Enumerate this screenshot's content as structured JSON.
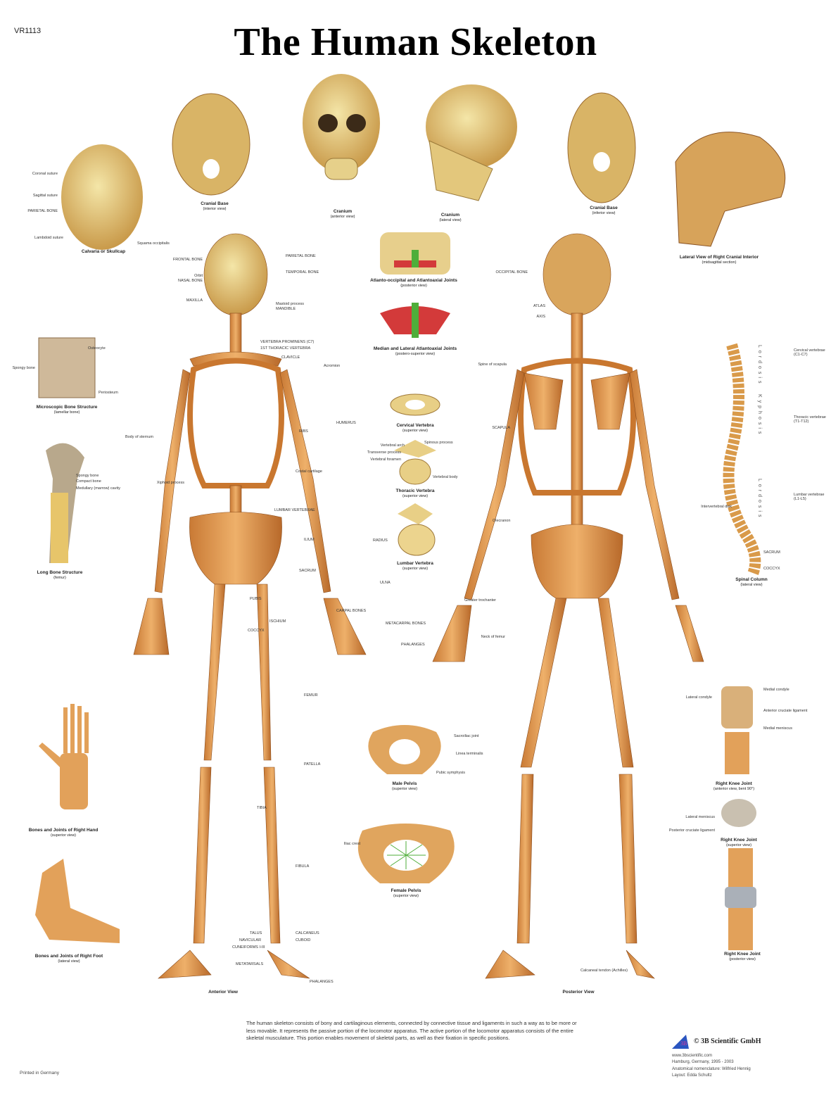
{
  "header": {
    "code": "VR1113",
    "title": "The Human Skeleton"
  },
  "captions": {
    "calvaria": {
      "title": "Calvaria or Skullcap",
      "sub": ""
    },
    "cranial_base_interior": {
      "title": "Cranial Base",
      "sub": "(interior view)"
    },
    "cranium_anterior": {
      "title": "Cranium",
      "sub": "(anterior view)"
    },
    "cranium_lateral": {
      "title": "Cranium",
      "sub": "(lateral view)"
    },
    "cranial_base_inferior": {
      "title": "Cranial Base",
      "sub": "(inferior view)"
    },
    "cranial_interior": {
      "title": "Lateral View of Right Cranial Interior",
      "sub": "(midsagittal section)"
    },
    "atlanto_occipital": {
      "title": "Atlanto-occipital and Atlantoaxial Joints",
      "sub": "(posterior view)"
    },
    "atlantoaxial": {
      "title": "Median and Lateral Atlantoaxial Joints",
      "sub": "(postero-superior view)"
    },
    "microscopic": {
      "title": "Microscopic Bone Structure",
      "sub": "(lamellar bone)"
    },
    "cervical": {
      "title": "Cervical Vertebra",
      "sub": "(superior view)"
    },
    "thoracic": {
      "title": "Thoracic Vertebra",
      "sub": "(superior view)"
    },
    "lumbar": {
      "title": "Lumbar Vertebra",
      "sub": "(superior view)"
    },
    "long_bone": {
      "title": "Long Bone Structure",
      "sub": "(femur)"
    },
    "spinal_column": {
      "title": "Spinal Column",
      "sub": "(lateral view)"
    },
    "hand": {
      "title": "Bones and Joints of Right Hand",
      "sub": "(superior view)"
    },
    "male_pelvis": {
      "title": "Male Pelvis",
      "sub": "(superior view)"
    },
    "knee_anterior": {
      "title": "Right Knee Joint",
      "sub": "(anterior view, bent 90°)"
    },
    "knee_superior": {
      "title": "Right Knee Joint",
      "sub": "(superior view)"
    },
    "female_pelvis": {
      "title": "Female Pelvis",
      "sub": "(superior view)"
    },
    "knee_posterior": {
      "title": "Right Knee Joint",
      "sub": "(posterior view)"
    },
    "foot": {
      "title": "Bones and Joints of Right Foot",
      "sub": "(lateral view)"
    },
    "anterior_view": {
      "title": "Anterior View",
      "sub": ""
    },
    "posterior_view": {
      "title": "Posterior View",
      "sub": ""
    }
  },
  "spine_regions": {
    "lordosis_1": "Lordosis",
    "kyphosis": "Kyphosis",
    "lordosis_2": "Lordosis",
    "cervical": "Cervical vertebrae (C1-C7)",
    "thoracic": "Thoracic vertebrae (T1-T12)",
    "lumbar": "Lumbar vertebrae (L1-L5)"
  },
  "labels": {
    "skull_parietal": "PARIETAL BONE",
    "skull_lambdoid": "Lambdoid suture",
    "skull_squama": "Squama occipitalis",
    "skull_coronal": "Coronal suture",
    "skull_sagittal": "Sagittal suture",
    "frontal": "FRONTAL BONE",
    "parietal": "PARIETAL BONE",
    "temporal": "TEMPORAL BONE",
    "orbit": "Orbit",
    "nasal": "NASAL BONE",
    "maxilla": "MAXILLA",
    "mandible": "MANDIBLE",
    "mastoid": "Mastoid process",
    "clavicle": "CLAVICLE",
    "vertebra_prominens": "VERTEBRA PROMINENS (C7)",
    "first_thoracic": "1ST THORACIC VERTEBRA",
    "acromion": "Acromion",
    "humerus": "HUMERUS",
    "ribs": "RIBS",
    "sternum": "Body of sternum",
    "xiphoid": "Xiphoid process",
    "costal_cartilage": "Costal cartilage",
    "lumbar_vertebrae": "LUMBAR VERTEBRAE",
    "ilium": "ILIUM",
    "sacrum": "SACRUM",
    "radius": "RADIUS",
    "ulna": "ULNA",
    "pubis": "PUBIS",
    "ischium": "ISCHIUM",
    "coccyx": "COCCYX",
    "carpal": "CARPAL BONES",
    "metacarpal": "METACARPAL BONES",
    "phalanges_hand": "PHALANGES",
    "femur": "FEMUR",
    "patella": "PATELLA",
    "tibia": "TIBIA",
    "fibula": "FIBULA",
    "talus": "TALUS",
    "calcaneus": "CALCANEUS",
    "navicular": "NAVICULAR",
    "cuboid": "CUBOID",
    "cuneiforms": "CUNEIFORMS I-III",
    "metatarsals": "METATARSALS",
    "phalanges_foot": "PHALANGES",
    "scapula": "SCAPULA",
    "spine_of_scapula": "Spine of scapula",
    "occipital": "OCCIPITAL BONE",
    "atlas": "ATLAS",
    "axis": "AXIS",
    "olecranon": "Olecranon",
    "greater_trochanter": "Greater trochanter",
    "neck_of_femur": "Neck of femur",
    "calcaneal_tendon": "Calcaneal tendon (Achilles)",
    "spongy_bone": "Spongy bone",
    "compact_bone": "Compact bone",
    "medullary": "Medullary (marrow) cavity",
    "periosteum": "Periosteum",
    "osteocyte": "Osteocyte",
    "spinous_process": "Spinous process",
    "vertebral_arch": "Vertebral arch",
    "vertebral_foramen": "Vertebral foramen",
    "vertebral_body": "Vertebral body",
    "transverse_process": "Transverse process",
    "sacrum_spine": "SACRUM",
    "coccyx_spine": "COCCYX",
    "intervertebral_disk": "Intervertebral disk",
    "sacroiliac": "Sacroiliac joint",
    "pubic_symphysis": "Pubic symphysis",
    "iliac_crest": "Iliac crest",
    "linea_terminalis": "Linea terminalis",
    "lateral_condyle": "Lateral condyle",
    "medial_condyle": "Medial condyle",
    "anterior_cruciate": "Anterior cruciate ligament",
    "posterior_cruciate": "Posterior cruciate ligament",
    "medial_meniscus": "Medial meniscus",
    "lateral_meniscus": "Lateral meniscus"
  },
  "footer": {
    "description": "The human skeleton consists of bony and cartilaginous elements, connected by connective tissue and ligaments in such a way as to be more or less movable. It represents the passive portion of the locomotor apparatus. The active portion of the locomotor apparatus consists of the entire skeletal musculature. This portion enables movement of skeletal parts, as well as their fixation in specific positions.",
    "brand": "© 3B Scientific GmbH",
    "logo_text": "3B",
    "website": "www.3bscientific.com",
    "location": "Hamburg, Germany, 1995 - 2003",
    "nomenclature": "Anatomical nomenclature: Wilfried Hennig",
    "layout": "Layout: Edda Schultz",
    "printed": "Printed in Germany"
  },
  "colors": {
    "bone": "#e2a15a",
    "bone_dark": "#b8692a",
    "skull": "#e8cf86",
    "joint_red": "#d33a3a",
    "joint_green": "#4fae3a"
  }
}
